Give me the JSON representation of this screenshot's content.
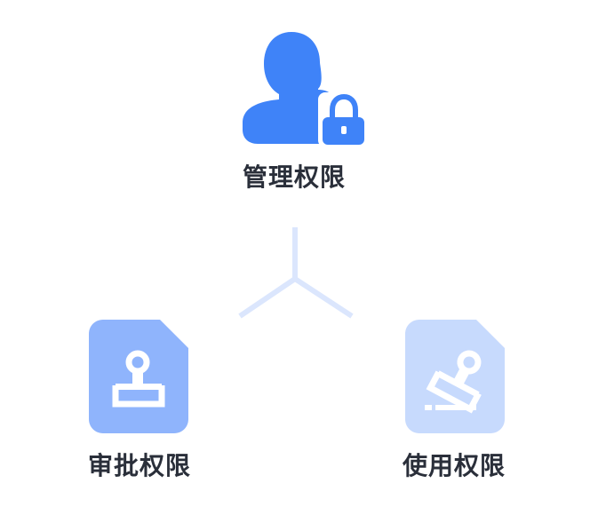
{
  "diagram": {
    "colors": {
      "admin_icon": "#3f83f8",
      "approve_icon": "#8fb4fc",
      "use_icon": "#c7dafd",
      "connector": "#dbe6fd",
      "label_text": "#2a2f3a"
    },
    "nodes": {
      "admin": {
        "label": "管理权限",
        "icon": "user-lock-icon"
      },
      "approve": {
        "label": "审批权限",
        "icon": "stamp-document-icon"
      },
      "use": {
        "label": "使用权限",
        "icon": "tilted-stamp-document-icon"
      }
    }
  }
}
